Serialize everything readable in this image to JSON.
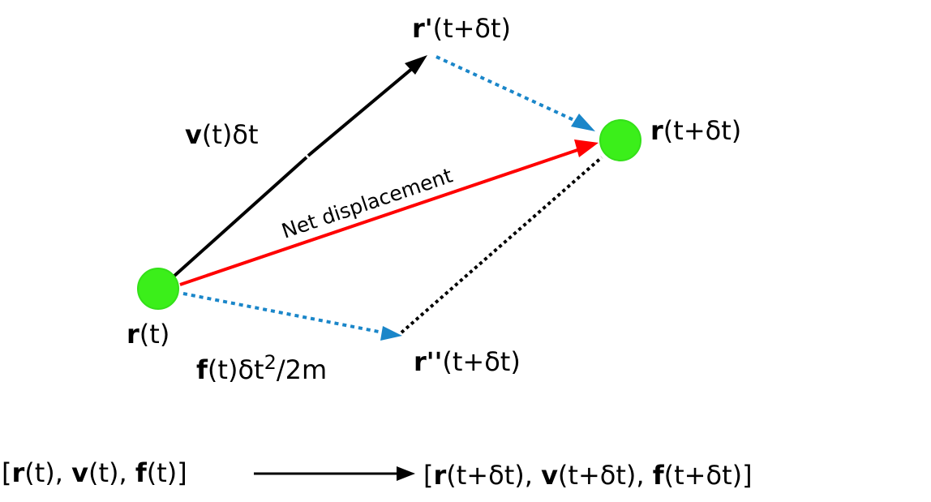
{
  "colors": {
    "node": "#3bef1a",
    "node_stroke": "#34e019",
    "net_arrow": "#ff0000",
    "force_arrow": "#1a86c9",
    "velocity_arrow": "#000000",
    "text": "#000000"
  },
  "labels": {
    "r_prime": {
      "sym": "r'",
      "arg": "(t+δt)"
    },
    "r_next": {
      "sym": "r",
      "arg": "(t+δt)"
    },
    "r_now": {
      "sym": "r",
      "arg": "(t)"
    },
    "r_dprime": {
      "sym": "r''",
      "arg": "(t+δt)"
    },
    "v_term": {
      "sym": "v",
      "arg": "(t)δt"
    },
    "f_term": {
      "sym": "f",
      "arg": "(t)δt",
      "sup": "2",
      "tail": "/2m"
    },
    "net": "Net displacement"
  },
  "bottom": {
    "lhs": {
      "open": "[",
      "r": "r",
      "r_arg": "(t), ",
      "v": "v",
      "v_arg": "(t), ",
      "f": "f",
      "f_arg": "(t)",
      "close": "]"
    },
    "rhs": {
      "open": "[",
      "r": "r",
      "r_arg": "(t+δt), ",
      "v": "v",
      "v_arg": "(t+δt), ",
      "f": "f",
      "f_arg": "(t+δt)",
      "close": "]"
    }
  },
  "icons": {
    "node": "circle",
    "arrow": "triangle-arrowhead"
  }
}
